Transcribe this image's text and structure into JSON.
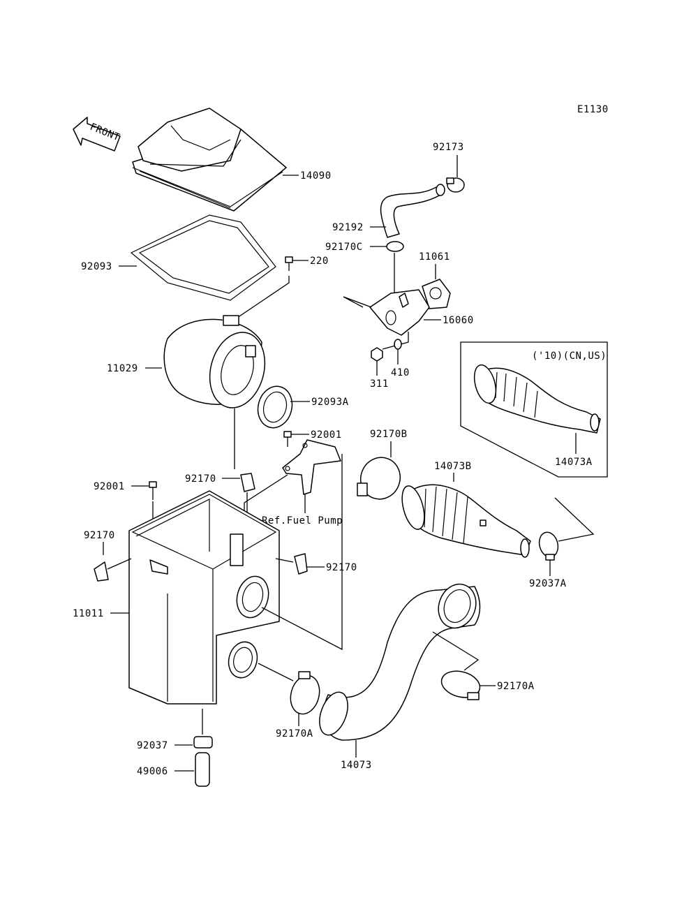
{
  "diagram_code": "E1130",
  "front_label": "FRONT",
  "ref_note": "Ref.Fuel Pump",
  "variant_note": "('10)(CN,US)",
  "callouts": {
    "p14090": "14090",
    "p92093": "92093",
    "p220": "220",
    "p11029": "11029",
    "p92093A": "92093A",
    "p92001a": "92001",
    "p92001b": "92001",
    "p92170a": "92170",
    "p92170b": "92170",
    "p92170c": "92170",
    "p11011": "11011",
    "p92037": "92037",
    "p49006": "49006",
    "p92170A_a": "92170A",
    "p92170A_b": "92170A",
    "p14073": "14073",
    "p92173": "92173",
    "p92192": "92192",
    "p92170C": "92170C",
    "p11061": "11061",
    "p16060": "16060",
    "p410": "410",
    "p311": "311",
    "p92170B": "92170B",
    "p14073B": "14073B",
    "p14073A": "14073A",
    "p92037A": "92037A"
  }
}
